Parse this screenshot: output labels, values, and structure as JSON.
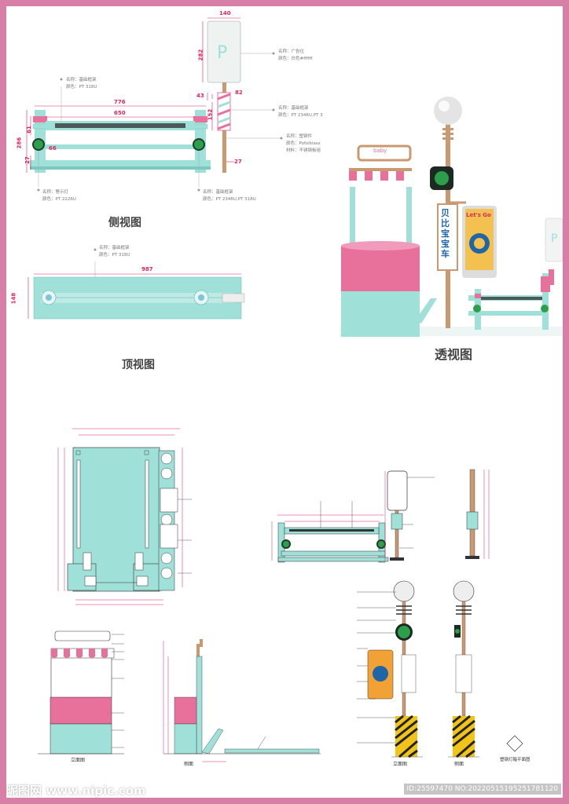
{
  "side_view": {
    "title": "侧视图",
    "dims": {
      "d140": "140",
      "d282": "282",
      "d776": "776",
      "d650": "650",
      "d43": "43",
      "d82": "82",
      "d61": "61",
      "d286": "286",
      "d66": "66",
      "d27a": "27",
      "d27b": "27",
      "d152": "152"
    },
    "labels": {
      "top_frame": [
        "名称：基础框架",
        "颜色：PT 318U"
      ],
      "sign": [
        "名称：广告位",
        "颜色：白色#ffffff"
      ],
      "stripe": [
        "名称：基础框架",
        "颜色：PT 2346U,PT 3"
      ],
      "pole": [
        "名称：塑钢件",
        "颜色：Pofolklass",
        "材料：不锈钢板组"
      ],
      "light": [
        "名称：警示灯",
        "颜色：PT 2226U"
      ],
      "base": [
        "名称：基础框架",
        "颜色：PT 2346U,PT 318U"
      ]
    }
  },
  "top_view": {
    "title": "顶视图",
    "dims": {
      "d987": "987",
      "d148": "148"
    },
    "labels": {
      "frame": [
        "名称：基础框架",
        "颜色：PT 318U"
      ]
    }
  },
  "perspective": {
    "title": "透视图",
    "booth_sign": "baby",
    "vertical_sign": "贝比宝宝车",
    "poster": "Let's Go"
  },
  "drawings": {
    "front_caption": "立面图",
    "side_caption": "侧面",
    "light_front_caption": "立面图",
    "light_side_caption": "侧面",
    "plan_caption": "塑钢灯箱平面图"
  },
  "colors": {
    "teal": "#9fe0d8",
    "teal_dark": "#7cc9c0",
    "pink": "#e8719b",
    "dim_pink": "#e0245e",
    "border": "#d77fa6",
    "copper": "#c99a72",
    "green": "#2c9f4a"
  },
  "watermark": {
    "left": "昵图网 www.nipic.com",
    "right": "ID:25597470 NO:20220515195251781120"
  }
}
